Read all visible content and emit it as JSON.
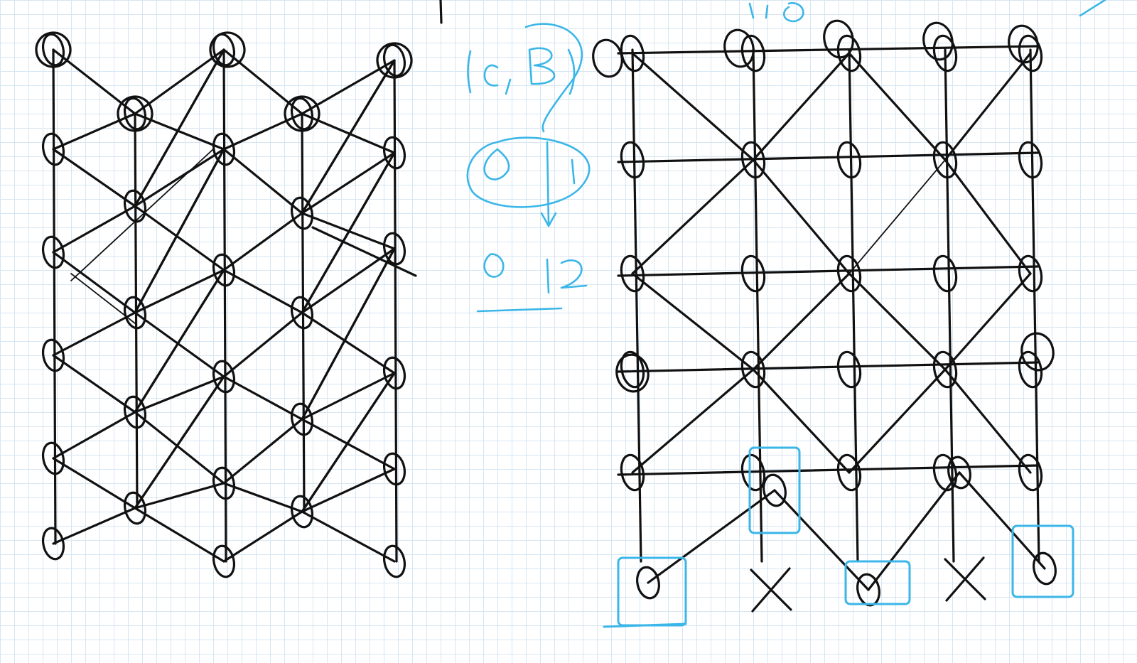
{
  "page": {
    "background": "#ffffff",
    "grid_color": "#d6e6f3"
  },
  "colors": {
    "ink": "#111111",
    "highlight": "#3bb6e8"
  },
  "left_lattice": {
    "columns": 5,
    "rows": 6,
    "style": "diamond-mesh"
  },
  "right_lattice": {
    "columns": 5,
    "rows": 6,
    "style": "triangulated-ladder"
  },
  "annotations": {
    "boxed_nodes": 4,
    "crossed_positions": 2,
    "handwritten_notes": [
      "(e,B)",
      "e 1",
      "e 12"
    ]
  }
}
